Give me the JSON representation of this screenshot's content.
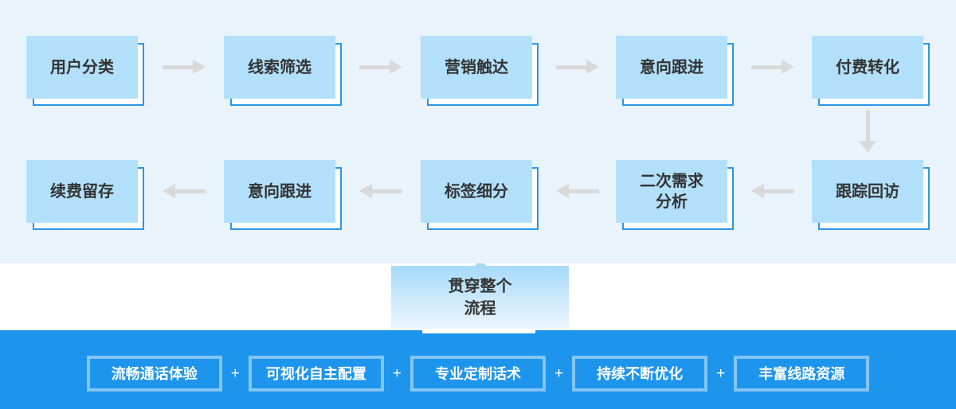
{
  "flow": {
    "row1": [
      {
        "label": "用户分类"
      },
      {
        "label": "线索筛选"
      },
      {
        "label": "营销触达"
      },
      {
        "label": "意向跟进"
      },
      {
        "label": "付费转化"
      }
    ],
    "row2": [
      {
        "label": "续费留存"
      },
      {
        "label": "意向跟进"
      },
      {
        "label": "标签细分"
      },
      {
        "label": "二次需求\n分析"
      },
      {
        "label": "跟踪回访"
      }
    ],
    "center_note": {
      "label": "贯穿整个\n流程"
    }
  },
  "features": {
    "separator": "+",
    "items": [
      "流畅通话体验",
      "可视化自主配置",
      "专业定制话术",
      "持续不断优化",
      "丰富线路资源"
    ]
  },
  "colors": {
    "section_bg": "#e9f3fc",
    "box_fill": "#b2e0fb",
    "box_outline": "#2a96e8",
    "arrow": "#d9d9d9",
    "bar_bg": "#1e95ec",
    "note_gradient_top": "#a5daf9",
    "note_gradient_bottom": "#edf6fe",
    "text_dark": "#333333",
    "text_light": "#ffffff"
  }
}
